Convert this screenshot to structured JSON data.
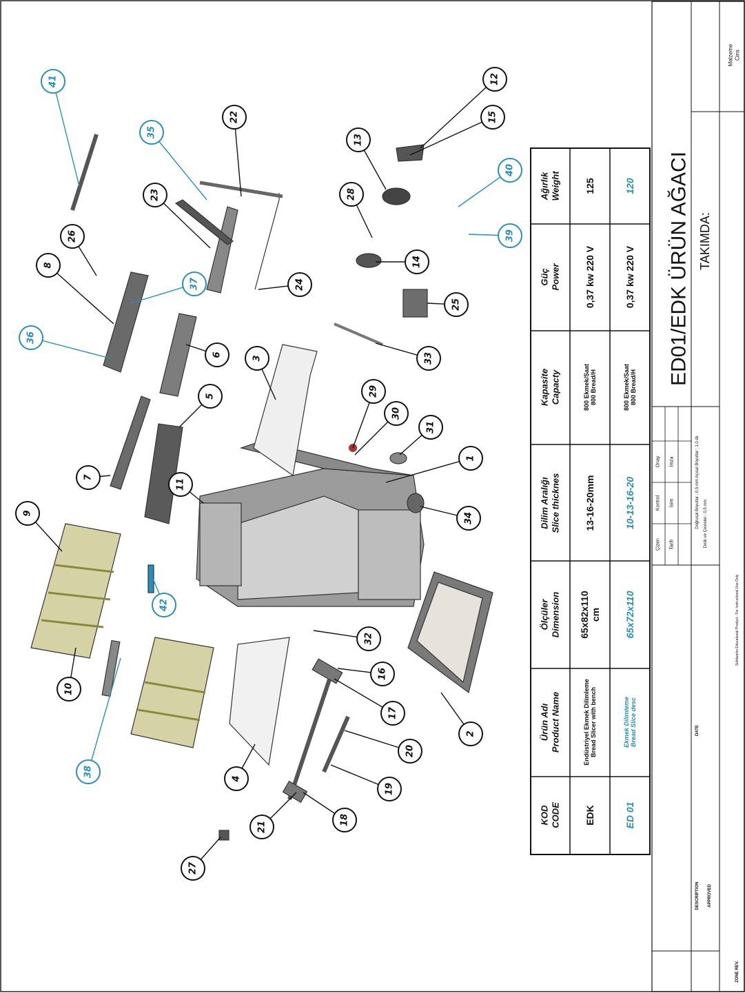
{
  "title_block": {
    "drawing_title": "ED01/EDK ÜRÜN AĞACI",
    "subtitle": "TAKIMDA:",
    "labels": [
      "Çizen",
      "Kontrol",
      "Onay",
      "Tarih",
      "İsim",
      "İmza"
    ],
    "material": "Malzeme\nCins",
    "scale_row1": "Doğrusal Boyutlar : 0.5 mm   Açısal Boyutlar : 1.0 dk",
    "scale_row2": "Delik ve Çevreler : 0.5 mm",
    "footer": "Solidworks Educational Product - For Instructional Use Only",
    "left_col": [
      "ZONE",
      "REV.",
      "DESCRIPTION",
      "DATE",
      "APPROVED"
    ]
  },
  "table": {
    "headers": [
      [
        "KOD",
        "CODE"
      ],
      [
        "Ürün Adı",
        "Product Name"
      ],
      [
        "Ölçüler",
        "Dimension"
      ],
      [
        "Dilim Aralığı",
        "Slice thicknes"
      ],
      [
        "Kapasite",
        "Capacty"
      ],
      [
        "Güç",
        "Power"
      ],
      [
        "Ağırlık",
        "Weight"
      ]
    ],
    "rows": [
      [
        "EDK",
        "Endüstriyel Ekmek Dilimleme\nBread Slicer with bench",
        "65x82x110\ncm",
        "13-16-20mm",
        "800 Ekmek/Saat\n800 Bread/H",
        "0,37 kw 220 V",
        "125"
      ],
      [
        "ED 01",
        "Ekmek Dilimleme\nBread Slice desc",
        "65x72x110",
        "10-13-16-20",
        "800 Ekmek/Saat\n800 Bread/H",
        "0,37 kw 220 V",
        "120"
      ]
    ]
  },
  "callouts": [
    "1",
    "2",
    "3",
    "4",
    "5",
    "6",
    "7",
    "8",
    "9",
    "10",
    "11",
    "12",
    "13",
    "14",
    "15",
    "16",
    "17",
    "18",
    "19",
    "20",
    "21",
    "22",
    "23",
    "24",
    "25",
    "26",
    "27",
    "28",
    "29",
    "30",
    "31",
    "32",
    "33",
    "34",
    "35",
    "36",
    "37",
    "38",
    "39",
    "40",
    "41",
    "42"
  ],
  "colors": {
    "blue_callout": "#2a8fb8",
    "frame_gray": "#8c8c8c",
    "grate_olive": "#8a8a3a"
  }
}
